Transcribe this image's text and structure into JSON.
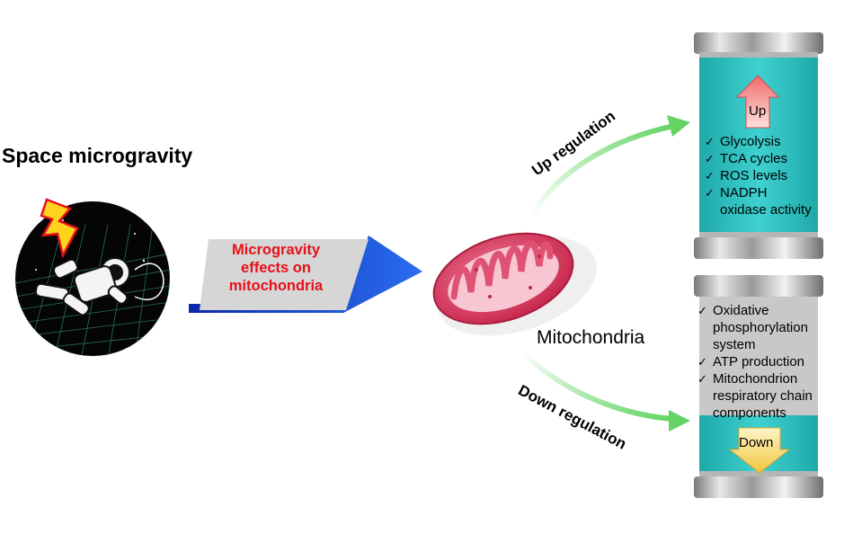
{
  "title": "Space microgravity",
  "effect_label": [
    "Microgravity",
    "effects on",
    "mitochondria"
  ],
  "mitochondria_label": "Mitochondria",
  "up_regulation": {
    "label": "Up regulation",
    "arrow_text": "Up",
    "items": [
      "Glycolysis",
      "TCA cycles",
      "ROS levels",
      "NADPH oxidase activity"
    ]
  },
  "down_regulation": {
    "label": "Down regulation",
    "arrow_text": "Down",
    "items": [
      "Oxidative phosphorylation system",
      "ATP production",
      "Mitochondrion respiratory chain components"
    ]
  },
  "colors": {
    "effect_text": "#e8101a",
    "canister_fill": "#33c4c4",
    "up_arrow": "#f08080",
    "down_arrow": "#f5d66b",
    "green_arrow": "#7fe07f"
  }
}
